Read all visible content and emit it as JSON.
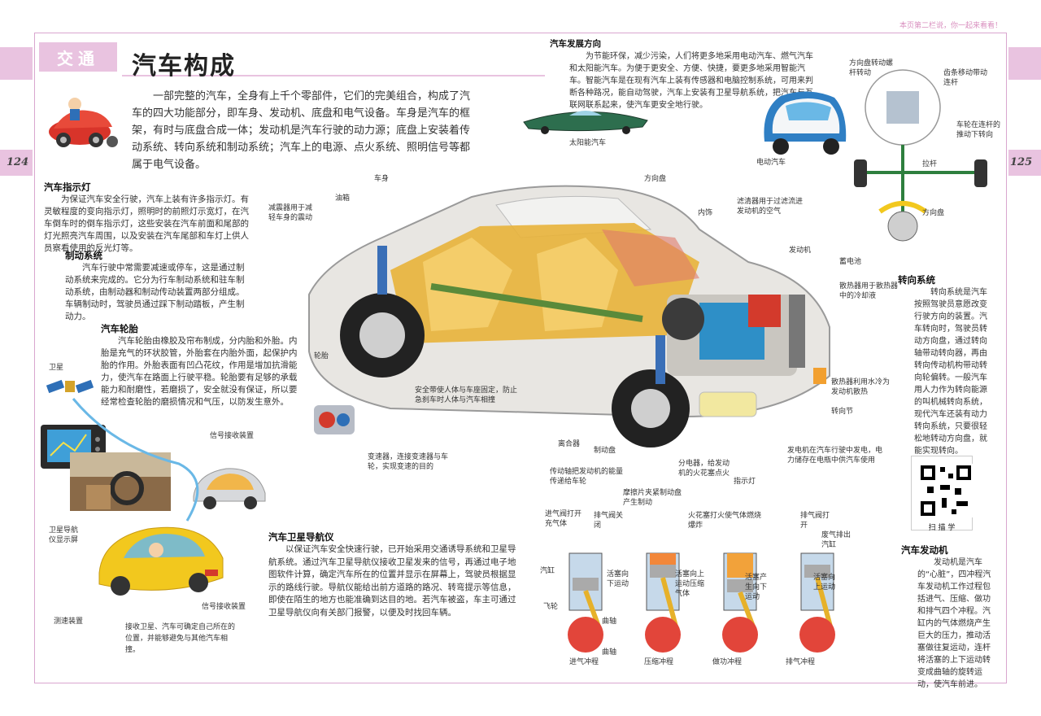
{
  "header": {
    "top_note": "本页第二栏说，你一起来看看！",
    "section_tag": "交通",
    "title": "汽车构成",
    "page_left": "124",
    "page_right": "125"
  },
  "intro": "一部完整的汽车，全身有上千个零部件，它们的完美组合，构成了汽车的四大功能部分，即车身、发动机、底盘和电气设备。车身是汽车的框架，有时与底盘合成一体；发动机是汽车行驶的动力源；底盘上安装着传动系统、转向系统和制动系统；汽车上的电源、点火系统、照明信号等都属于电气设备。",
  "sections": {
    "indicator": {
      "title": "汽车指示灯",
      "text": "为保证汽车安全行驶，汽车上装有许多指示灯。有灵敏程度的变向指示灯，照明时的前照灯示宽灯，在汽车倒车时的倒车指示灯，这些安装在汽车前面和尾部的灯光照亮汽车周围，以及安装在汽车尾部和车灯上供人员察看使用的反光灯等。"
    },
    "brake": {
      "title": "制动系统",
      "text": "汽车行驶中常需要减速或停车，这是通过制动系统来完成的。它分为行车制动系统和驻车制动系统，由制动器和制动传动装置两部分组成。车辆制动时，驾驶员通过踩下制动踏板，产生制动力。"
    },
    "tire": {
      "title": "汽车轮胎",
      "text": "汽车轮胎由橡胶及帘布制成，分内胎和外胎。内胎是充气的环状胶管，外胎套在内胎外面，起保护内胎的作用。外胎表面有凹凸花纹，作用是增加抗滑能力，使汽车在路面上行驶平稳。轮胎要有足够的承载能力和耐磨性，若磨损了，安全就没有保证，所以要经常检查轮胎的磨损情况和气压，以防发生意外。"
    },
    "gps": {
      "title": "汽车卫星导航仪",
      "text": "以保证汽车安全快速行驶，已开始采用交通诱导系统和卫星导航系统。通过汽车卫星导航仪接收卫星发来的信号，再通过电子地图软件计算，确定汽车所在的位置并显示在屏幕上，驾驶员根据显示的路线行驶。导航仪能给出前方道路的路况、转弯提示等信息，即使在陌生的地方也能准确到达目的地。若汽车被盗，车主可通过卫星导航仪向有关部门报警，以便及时找回车辆。"
    },
    "future": {
      "title": "汽车发展方向",
      "text": "为节能环保，减少污染，人们将更多地采用电动汽车、燃气汽车和太阳能汽车。为便于更安全、方便、快捷，要更多地采用智能汽车。智能汽车是在现有汽车上装有传感器和电脑控制系统，可用来判断各种路况，能自动驾驶，汽车上安装有卫星导航系统，把汽车与互联网联系起来，使汽车更安全地行驶。"
    },
    "steering": {
      "title": "转向系统",
      "text": "转向系统是汽车按照驾驶员意愿改变行驶方向的装置。汽车转向时，驾驶员转动方向盘，通过转向轴带动转向器，再由转向传动机构带动转向轮偏转。一般汽车用人力作为转向能源的叫机械转向系统，现代汽车还装有动力转向系统，只要很轻松地转动方向盘，就能实现转向。"
    },
    "engine": {
      "title": "汽车发动机",
      "text": "发动机是汽车的“心脏”，四冲程汽车发动机工作过程包括进气、压缩、做功和排气四个冲程。汽缸内的气体燃烧产生巨大的压力，推动活塞做往复运动，连杆将活塞的上下运动转变成曲轴的旋转运动，使汽车前进。"
    }
  },
  "car_labels": {
    "body": "车身",
    "steering_wheel": "方向盘",
    "fuel_tank": "油箱",
    "shock": "减震器用于减轻车身的震动",
    "seat": "内饰",
    "filter": "滤清器用于过滤流进发动机的空气",
    "engine": "发动机",
    "radiator": "散热器用于散热器中的冷却液",
    "battery": "蓄电池",
    "wheel": "轮胎",
    "seatbelt": "安全带使人体与车座固定，防止急刹车时人体与汽车相撞",
    "gearbox": "变速器，连接变速器与车轮，实现变速的目的",
    "clutch": "离合器",
    "brake_disc": "制动盘",
    "drive": "传动轴把发动机的能量传递给车轮",
    "cooling": "散热器利用水冷为发动机散热",
    "alternator": "发电机在汽车行驶中发电，电力储存在电瓶中供汽车使用",
    "spark": "分电器，给发动机的火花塞点火",
    "brake_note": "摩擦片夹紧制动盘产生制动",
    "lamp": "指示灯",
    "axle": "转向节"
  },
  "top_labels": {
    "solar_car": "太阳能汽车",
    "electric_car": "电动汽车",
    "steer_gear": "方向盘转动螺杆转动",
    "rack": "齿条移动带动连杆",
    "tie_rod": "拉杆",
    "wheel_turn": "车轮在连杆的推动下转向",
    "steer_wheel": "方向盘"
  },
  "gps_labels": {
    "satellite": "卫星",
    "screen": "卫星导航仪显示屏",
    "receiver1": "信号接收装置",
    "receiver2": "信号接收装置",
    "sensor": "测速装置",
    "caption": "接收卫星、汽车可确定自己所在的位置，并能够避免与其他汽车相撞。"
  },
  "engine_labels": {
    "intake_valve": "进气阀打开充气体",
    "exhaust_valve_closed": "排气阀关闭",
    "spark_plug": "火花塞打火使气体燃烧爆炸",
    "exhaust_open": "排气阀打开",
    "cylinder": "汽缸",
    "piston_down": "活塞向下运动",
    "piston_up": "活塞向上运动压缩气体",
    "piston_push": "活塞产生向下运动",
    "piston_up2": "活塞向上运动",
    "flywheel": "飞轮",
    "crank": "曲轴",
    "crank2": "曲轴",
    "exhaust_gas": "废气排出汽缸",
    "s1": "进气冲程",
    "s2": "压缩冲程",
    "s3": "做功冲程",
    "s4": "排气冲程"
  },
  "qr_caption": "扫 描 学",
  "colors": {
    "band": "#e9c3e0",
    "accent_pink": "#d98fbf",
    "car_body": "#e8e6e2",
    "interior": "#e8b23a",
    "engine_blue": "#2e8fc7",
    "radiator_red": "#d33a2c",
    "yellow_car": "#f2c81e"
  }
}
